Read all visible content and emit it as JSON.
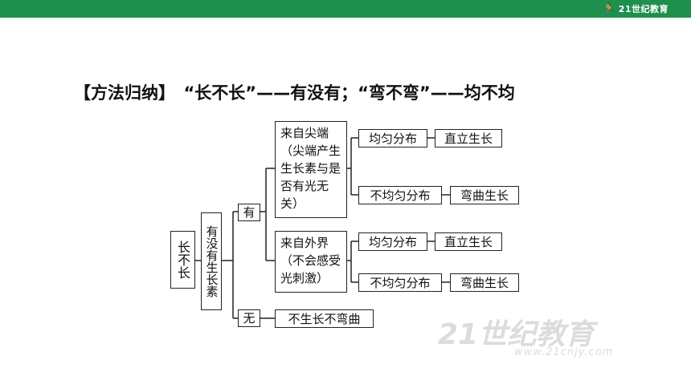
{
  "brand": {
    "logo_text": "21世纪教育",
    "watermark_text": "21世纪教育",
    "watermark_url": "www.21cnjy.com"
  },
  "heading": "【方法归纳】　“长不长”——有没有；“弯不弯”——均不均",
  "diagram": {
    "root": "长不长",
    "factor": "有没有生长素",
    "has": "有",
    "none": "无",
    "tip_source": "来自尖端（尖端产生生长素与是否有光无关）",
    "external_source": "来自外界（不会感受光刺激）",
    "even": "均匀分布",
    "uneven": "不均匀分布",
    "straight": "直立生长",
    "bend": "弯曲生长",
    "no_growth": "不生长不弯曲"
  }
}
